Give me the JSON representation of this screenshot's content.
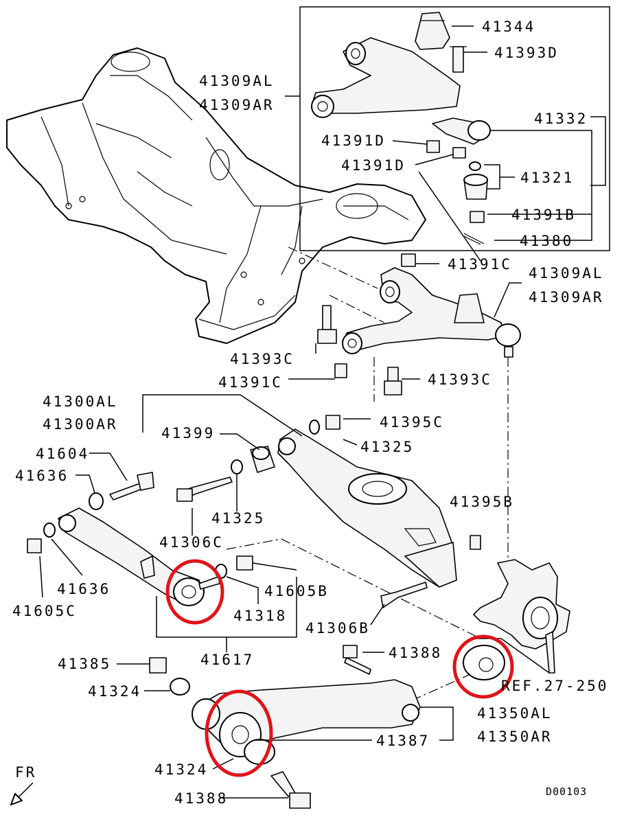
{
  "labels": {
    "p41344": "41344",
    "p41393D": "41393D",
    "p41309AL_top": "41309AL",
    "p41309AR_top": "41309AR",
    "p41332": "41332",
    "p41391D_a": "41391D",
    "p41391D_b": "41391D",
    "p41321": "41321",
    "p41391B": "41391B",
    "p41380": "41380",
    "p41391C_top": "41391C",
    "p41309AL_mid": "41309AL",
    "p41309AR_mid": "41309AR",
    "p41393C_left": "41393C",
    "p41391C_mid": "41391C",
    "p41393C_right": "41393C",
    "p41300AL": "41300AL",
    "p41300AR": "41300AR",
    "p41395C": "41395C",
    "p41399": "41399",
    "p41325_top": "41325",
    "p41604": "41604",
    "p41636_top": "41636",
    "p41325_mid": "41325",
    "p41395B": "41395B",
    "p41306C": "41306C",
    "p41636_bot": "41636",
    "p41605B": "41605B",
    "p41605C": "41605C",
    "p41318": "41318",
    "p41306B": "41306B",
    "p41388_top": "41388",
    "p41385": "41385",
    "p41617": "41617",
    "ref": "REF.27-250",
    "p41324_top": "41324",
    "p41350AL": "41350AL",
    "p41387": "41387",
    "p41350AR": "41350AR",
    "p41324_bot": "41324",
    "p41388_bot": "41388",
    "fr": "FR",
    "code": "D00103"
  },
  "highlight_color": "#e0141b",
  "highlights": [
    "toe-control-arm-bushing",
    "knuckle-bushing",
    "lower-arm-bushing"
  ]
}
